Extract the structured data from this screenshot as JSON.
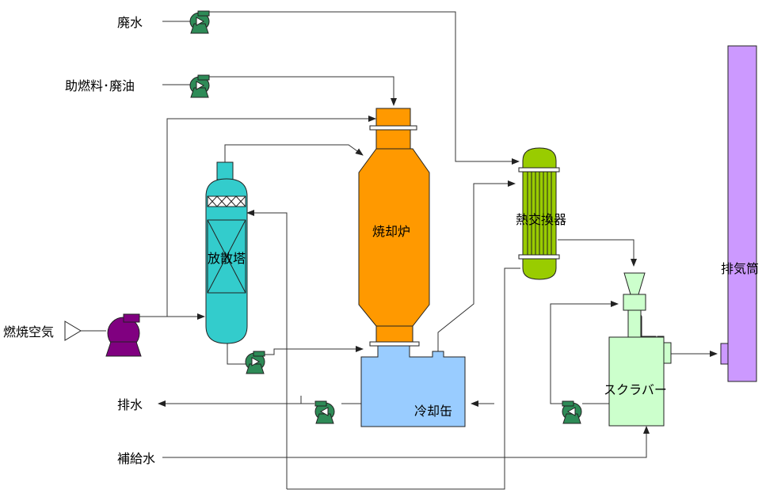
{
  "labels": {
    "waste_water": "廃水",
    "aux_fuel": "助燃料･廃油",
    "combustion_air": "燃焼空気",
    "drain": "排水",
    "makeup_water": "補給水",
    "stripper": "放散塔",
    "incinerator": "焼却炉",
    "heat_exchanger": "熱交換器",
    "cooling_tank": "冷却缶",
    "scrubber": "スクラバー",
    "stack": "排気筒"
  },
  "colors": {
    "pump": "#2e8b57",
    "blower": "#800080",
    "stripper": "#33cccc",
    "incinerator": "#ff9900",
    "heat_exchanger": "#99cc00",
    "cooling_tank": "#99ccff",
    "scrubber": "#ccffcc",
    "stack": "#cc99ff"
  }
}
